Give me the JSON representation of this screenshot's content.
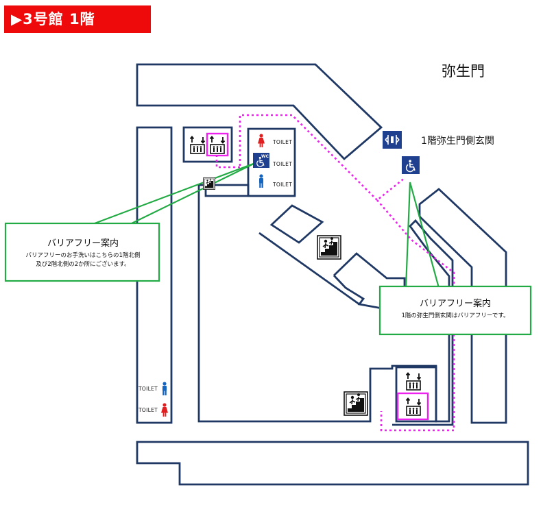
{
  "header": {
    "title": "▶3号館 1階"
  },
  "labels": {
    "gate": "弥生門",
    "entrance": "1階弥生門側玄関",
    "toilet": "TOILET"
  },
  "callouts": [
    {
      "title": "バリアフリー案内",
      "lines": [
        "バリアフリーのお手洗いはこちらの1階北側",
        "及び2階北側の2か所にございます。"
      ]
    },
    {
      "title": "バリアフリー案内",
      "lines": [
        "1階の弥生門側玄関はバリアフリーです。"
      ]
    }
  ],
  "icons": {
    "wc_badge": "WC",
    "accessible": "wheelchair-icon",
    "elevator": "elevator-icon",
    "stairs": "stairs-icon",
    "male": "male-icon",
    "female": "female-icon",
    "gate_icon": "gate-icon"
  },
  "colors": {
    "banner": "#ee0a0a",
    "walls": "#1f3864",
    "route": "#ee22ee",
    "callout_border": "#22aa44",
    "male": "#1565c0",
    "female": "#e02020",
    "sign_blue": "#1f3f8f"
  }
}
